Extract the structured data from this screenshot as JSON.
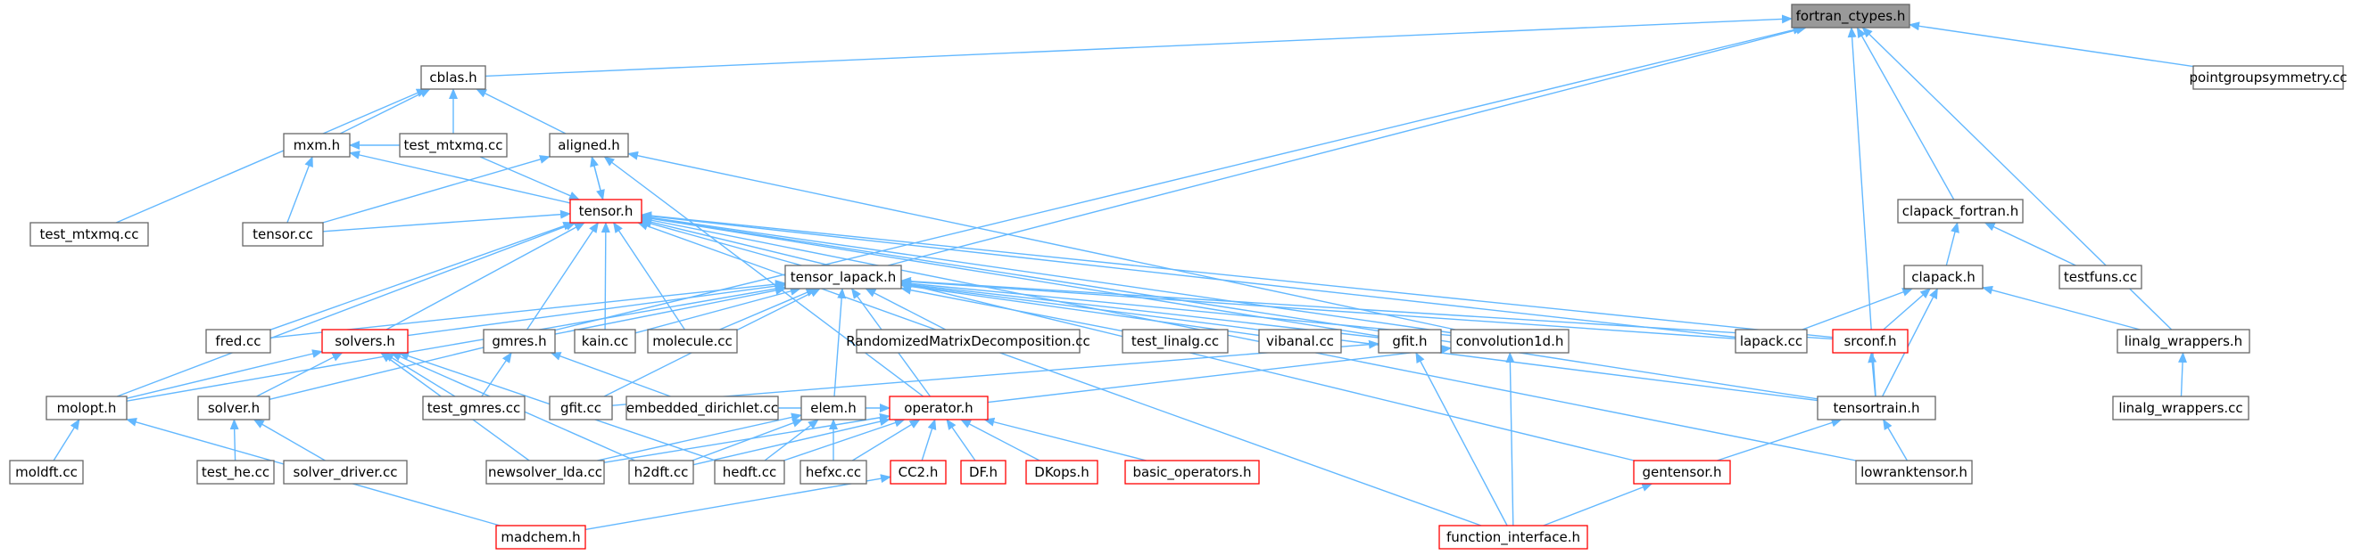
{
  "diagram": {
    "title": "",
    "colors": {
      "edge": "#63b8ff",
      "node_border": "#666666",
      "incomplete_node_border": "#ff0000",
      "root_node_fill": "#999999"
    },
    "nodes": [
      {
        "id": "fortran_ctypes",
        "label": "fortran_ctypes.h",
        "style": "root"
      },
      {
        "id": "cblas",
        "label": "cblas.h",
        "style": "normal"
      },
      {
        "id": "pointgroupsymmetry",
        "label": "pointgroupsymmetry.cc",
        "style": "normal"
      },
      {
        "id": "mxm",
        "label": "mxm.h",
        "style": "normal"
      },
      {
        "id": "test_mtxmq_cc",
        "label": "test_mtxmq.cc",
        "style": "normal"
      },
      {
        "id": "aligned",
        "label": "aligned.h",
        "style": "normal"
      },
      {
        "id": "tensor",
        "label": "tensor.h",
        "style": "red"
      },
      {
        "id": "clapack_fortran",
        "label": "clapack_fortran.h",
        "style": "normal"
      },
      {
        "id": "test_mtxmq_h",
        "label": "test_mtxmq.cc",
        "style": "normal"
      },
      {
        "id": "tensor_cc",
        "label": "tensor.cc",
        "style": "normal"
      },
      {
        "id": "tensor_lapack",
        "label": "tensor_lapack.h",
        "style": "normal"
      },
      {
        "id": "clapack",
        "label": "clapack.h",
        "style": "normal"
      },
      {
        "id": "testfuns",
        "label": "testfuns.cc",
        "style": "normal"
      },
      {
        "id": "fred",
        "label": "fred.cc",
        "style": "normal"
      },
      {
        "id": "solvers",
        "label": "solvers.h",
        "style": "red"
      },
      {
        "id": "gmres",
        "label": "gmres.h",
        "style": "normal"
      },
      {
        "id": "kain",
        "label": "kain.cc",
        "style": "normal"
      },
      {
        "id": "molecule",
        "label": "molecule.cc",
        "style": "normal"
      },
      {
        "id": "rmd",
        "label": "RandomizedMatrixDecomposition.cc",
        "style": "normal"
      },
      {
        "id": "test_linalg",
        "label": "test_linalg.cc",
        "style": "normal"
      },
      {
        "id": "vibanal",
        "label": "vibanal.cc",
        "style": "normal"
      },
      {
        "id": "gfit",
        "label": "gfit.h",
        "style": "normal"
      },
      {
        "id": "convolution1d",
        "label": "convolution1d.h",
        "style": "normal"
      },
      {
        "id": "lapack",
        "label": "lapack.cc",
        "style": "normal"
      },
      {
        "id": "srconf",
        "label": "srconf.h",
        "style": "red"
      },
      {
        "id": "linalg_wrappers",
        "label": "linalg_wrappers.h",
        "style": "normal"
      },
      {
        "id": "molopt",
        "label": "molopt.h",
        "style": "normal"
      },
      {
        "id": "solver",
        "label": "solver.h",
        "style": "normal"
      },
      {
        "id": "test_gmres",
        "label": "test_gmres.cc",
        "style": "normal"
      },
      {
        "id": "gfit_cc",
        "label": "gfit.cc",
        "style": "normal"
      },
      {
        "id": "embedded_dirichlet",
        "label": "embedded_dirichlet.cc",
        "style": "normal"
      },
      {
        "id": "elem",
        "label": "elem.h",
        "style": "normal"
      },
      {
        "id": "operator",
        "label": "operator.h",
        "style": "red"
      },
      {
        "id": "tensortrain",
        "label": "tensortrain.h",
        "style": "normal"
      },
      {
        "id": "linalg_wrappers_cc",
        "label": "linalg_wrappers.cc",
        "style": "normal"
      },
      {
        "id": "moldft",
        "label": "moldft.cc",
        "style": "normal"
      },
      {
        "id": "test_he",
        "label": "test_he.cc",
        "style": "normal"
      },
      {
        "id": "solver_driver",
        "label": "solver_driver.cc",
        "style": "normal"
      },
      {
        "id": "newsolver_lda",
        "label": "newsolver_lda.cc",
        "style": "normal"
      },
      {
        "id": "h2dft",
        "label": "h2dft.cc",
        "style": "normal"
      },
      {
        "id": "hedft",
        "label": "hedft.cc",
        "style": "normal"
      },
      {
        "id": "hefxc",
        "label": "hefxc.cc",
        "style": "normal"
      },
      {
        "id": "cc2",
        "label": "CC2.h",
        "style": "red"
      },
      {
        "id": "df",
        "label": "DF.h",
        "style": "red"
      },
      {
        "id": "dkops",
        "label": "DKops.h",
        "style": "red"
      },
      {
        "id": "basic_operators",
        "label": "basic_operators.h",
        "style": "red"
      },
      {
        "id": "gentensor",
        "label": "gentensor.h",
        "style": "red"
      },
      {
        "id": "lowranktensor",
        "label": "lowranktensor.h",
        "style": "normal"
      },
      {
        "id": "madchem",
        "label": "madchem.h",
        "style": "red"
      },
      {
        "id": "function_interface",
        "label": "function_interface.h",
        "style": "red"
      }
    ],
    "edges": [
      [
        "cblas",
        "fortran_ctypes"
      ],
      [
        "pointgroupsymmetry",
        "fortran_ctypes"
      ],
      [
        "tensor_lapack",
        "fortran_ctypes"
      ],
      [
        "clapack_fortran",
        "fortran_ctypes"
      ],
      [
        "linalg_wrappers",
        "fortran_ctypes"
      ],
      [
        "tensortrain",
        "fortran_ctypes"
      ],
      [
        "solver",
        "fortran_ctypes"
      ],
      [
        "mxm",
        "cblas"
      ],
      [
        "test_mtxmq_h",
        "cblas"
      ],
      [
        "aligned",
        "cblas"
      ],
      [
        "test_mtxmq_cc",
        "cblas"
      ],
      [
        "test_mtxmq_cc",
        "mxm"
      ],
      [
        "tensor_cc",
        "mxm"
      ],
      [
        "tensor",
        "mxm"
      ],
      [
        "tensor",
        "aligned"
      ],
      [
        "aligned",
        "tensor"
      ],
      [
        "tensor_cc",
        "aligned"
      ],
      [
        "convolution1d",
        "aligned"
      ],
      [
        "operator",
        "aligned"
      ],
      [
        "test_mtxmq_cc",
        "tensor"
      ],
      [
        "tensor_cc",
        "tensor"
      ],
      [
        "tensor_lapack",
        "tensor"
      ],
      [
        "fred",
        "tensor"
      ],
      [
        "solvers",
        "tensor"
      ],
      [
        "gmres",
        "tensor"
      ],
      [
        "kain",
        "tensor"
      ],
      [
        "molecule",
        "tensor"
      ],
      [
        "gfit",
        "tensor"
      ],
      [
        "convolution1d",
        "tensor"
      ],
      [
        "lapack",
        "tensor"
      ],
      [
        "srconf",
        "tensor"
      ],
      [
        "tensortrain",
        "tensor"
      ],
      [
        "molopt",
        "tensor"
      ],
      [
        "gentensor",
        "tensor"
      ],
      [
        "lowranktensor",
        "tensor"
      ],
      [
        "function_interface",
        "tensor"
      ],
      [
        "clapack",
        "clapack_fortran"
      ],
      [
        "testfuns",
        "clapack_fortran"
      ],
      [
        "lapack",
        "clapack"
      ],
      [
        "srconf",
        "clapack"
      ],
      [
        "tensortrain",
        "clapack"
      ],
      [
        "linalg_wrappers",
        "clapack"
      ],
      [
        "fred",
        "tensor_lapack"
      ],
      [
        "solvers",
        "tensor_lapack"
      ],
      [
        "gmres",
        "tensor_lapack"
      ],
      [
        "kain",
        "tensor_lapack"
      ],
      [
        "molecule",
        "tensor_lapack"
      ],
      [
        "rmd",
        "tensor_lapack"
      ],
      [
        "test_linalg",
        "tensor_lapack"
      ],
      [
        "vibanal",
        "tensor_lapack"
      ],
      [
        "gfit",
        "tensor_lapack"
      ],
      [
        "convolution1d",
        "tensor_lapack"
      ],
      [
        "lapack",
        "tensor_lapack"
      ],
      [
        "srconf",
        "tensor_lapack"
      ],
      [
        "tensortrain",
        "tensor_lapack"
      ],
      [
        "molopt",
        "tensor_lapack"
      ],
      [
        "gfit_cc",
        "tensor_lapack"
      ],
      [
        "elem",
        "tensor_lapack"
      ],
      [
        "operator",
        "tensor_lapack"
      ],
      [
        "linalg_wrappers_cc",
        "linalg_wrappers"
      ],
      [
        "molopt",
        "solvers"
      ],
      [
        "solver",
        "solvers"
      ],
      [
        "test_gmres",
        "solvers"
      ],
      [
        "newsolver_lda",
        "solvers"
      ],
      [
        "h2dft",
        "solvers"
      ],
      [
        "hedft",
        "solvers"
      ],
      [
        "test_gmres",
        "gmres"
      ],
      [
        "embedded_dirichlet",
        "gmres"
      ],
      [
        "gfit_cc",
        "gfit"
      ],
      [
        "function_interface",
        "gfit"
      ],
      [
        "operator",
        "convolution1d"
      ],
      [
        "function_interface",
        "convolution1d"
      ],
      [
        "tensortrain",
        "srconf"
      ],
      [
        "moldft",
        "molopt"
      ],
      [
        "madchem",
        "molopt"
      ],
      [
        "test_he",
        "solver"
      ],
      [
        "solver_driver",
        "solver"
      ],
      [
        "newsolver_lda",
        "elem"
      ],
      [
        "h2dft",
        "elem"
      ],
      [
        "hedft",
        "elem"
      ],
      [
        "hefxc",
        "elem"
      ],
      [
        "embedded_dirichlet",
        "operator"
      ],
      [
        "newsolver_lda",
        "operator"
      ],
      [
        "h2dft",
        "operator"
      ],
      [
        "hedft",
        "operator"
      ],
      [
        "hefxc",
        "operator"
      ],
      [
        "cc2",
        "operator"
      ],
      [
        "df",
        "operator"
      ],
      [
        "dkops",
        "operator"
      ],
      [
        "basic_operators",
        "operator"
      ],
      [
        "gentensor",
        "tensortrain"
      ],
      [
        "lowranktensor",
        "tensortrain"
      ],
      [
        "madchem",
        "cc2"
      ],
      [
        "function_interface",
        "gentensor"
      ]
    ]
  }
}
